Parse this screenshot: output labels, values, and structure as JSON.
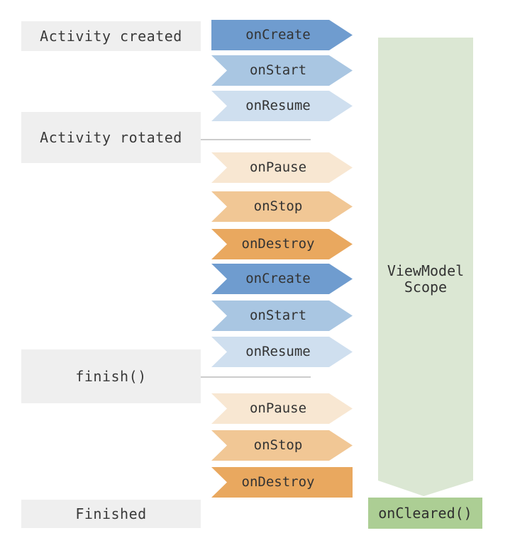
{
  "diagram": {
    "type": "lifecycle-flow",
    "subject": "Activity lifecycle with ViewModel scope",
    "states": [
      {
        "label": "Activity created"
      },
      {
        "label": "Activity rotated"
      },
      {
        "label": "finish()"
      },
      {
        "label": "Finished"
      }
    ],
    "events": [
      {
        "label": "onCreate",
        "tone": "blue-dark"
      },
      {
        "label": "onStart",
        "tone": "blue-mid"
      },
      {
        "label": "onResume",
        "tone": "blue-light"
      },
      {
        "label": "onPause",
        "tone": "orange-light"
      },
      {
        "label": "onStop",
        "tone": "orange-mid"
      },
      {
        "label": "onDestroy",
        "tone": "orange-dark"
      },
      {
        "label": "onCreate",
        "tone": "blue-dark"
      },
      {
        "label": "onStart",
        "tone": "blue-mid"
      },
      {
        "label": "onResume",
        "tone": "blue-light"
      },
      {
        "label": "onPause",
        "tone": "orange-light"
      },
      {
        "label": "onStop",
        "tone": "orange-mid"
      },
      {
        "label": "onDestroy",
        "tone": "orange-dark"
      }
    ],
    "viewmodel_scope": {
      "line1": "ViewModel",
      "line2": "Scope",
      "cleared_label": "onCleared()"
    },
    "colors": {
      "blue_dark": "#6f9ccf",
      "blue_mid": "#a9c6e2",
      "blue_light": "#cfdfef",
      "orange_light": "#f8e7d2",
      "orange_mid": "#f1c795",
      "orange_dark": "#e9a85f",
      "green_light": "#dbe7d3",
      "green_dark": "#acce94",
      "state_box_bg": "#efefef",
      "separator_line": "#cccccc",
      "text": "#333333"
    }
  }
}
